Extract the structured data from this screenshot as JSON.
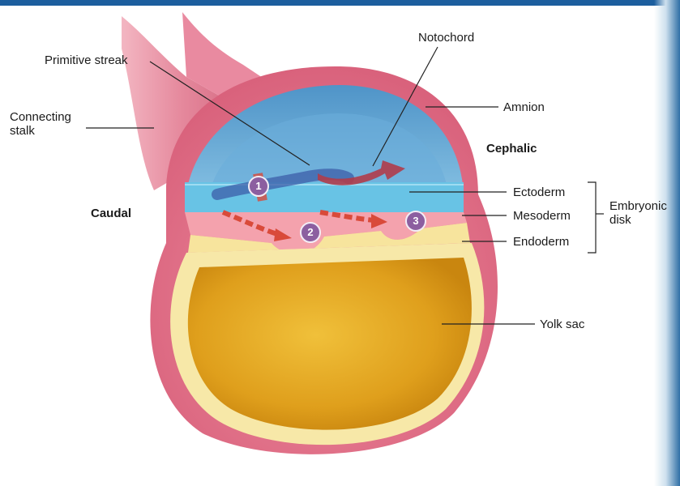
{
  "labels": {
    "notochord": "Notochord",
    "primitive_streak": "Primitive streak",
    "connecting_stalk": "Connecting\nstalk",
    "amnion": "Amnion",
    "cephalic": "Cephalic",
    "caudal": "Caudal",
    "ectoderm": "Ectoderm",
    "mesoderm": "Mesoderm",
    "endoderm": "Endoderm",
    "embryonic_disk": "Embryonic\ndisk",
    "yolk_sac": "Yolk sac"
  },
  "steps": [
    "1",
    "2",
    "3"
  ],
  "colors": {
    "tissue_pink": "#e9728a",
    "amnion_cavity": "#6fb0d8",
    "ectoderm": "#66c2e4",
    "mesoderm": "#f4a0aa",
    "endoderm": "#f6e39a",
    "yolk": "#e0a51c",
    "arrow_red": "#d94a3a",
    "badge_purple": "#8c5fa0",
    "header_blue": "#1c5e9e"
  }
}
